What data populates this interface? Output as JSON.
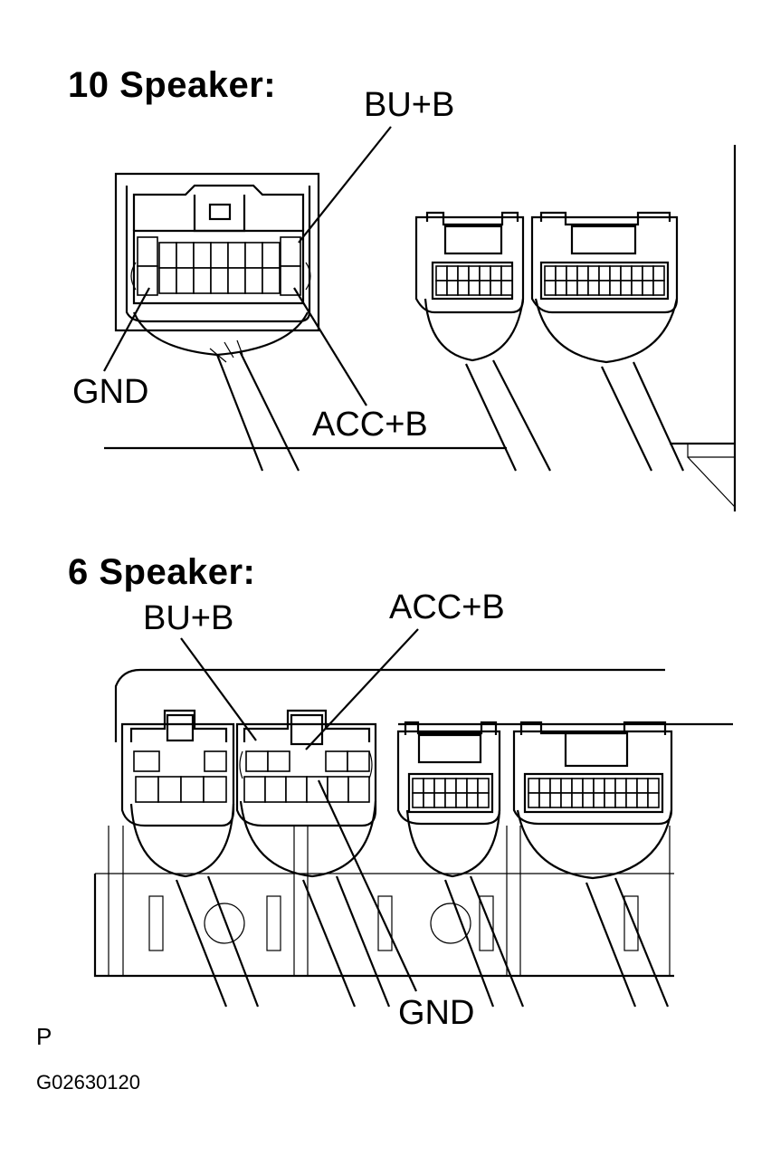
{
  "section_10": {
    "title": "10 Speaker:",
    "labels": {
      "bu_b": "BU+B",
      "gnd": "GND",
      "acc_b": "ACC+B"
    }
  },
  "section_6": {
    "title": "6 Speaker:",
    "labels": {
      "bu_b": "BU+B",
      "acc_b": "ACC+B",
      "gnd": "GND"
    }
  },
  "footer": {
    "page_marker": "P",
    "figure_code": "G02630120"
  }
}
